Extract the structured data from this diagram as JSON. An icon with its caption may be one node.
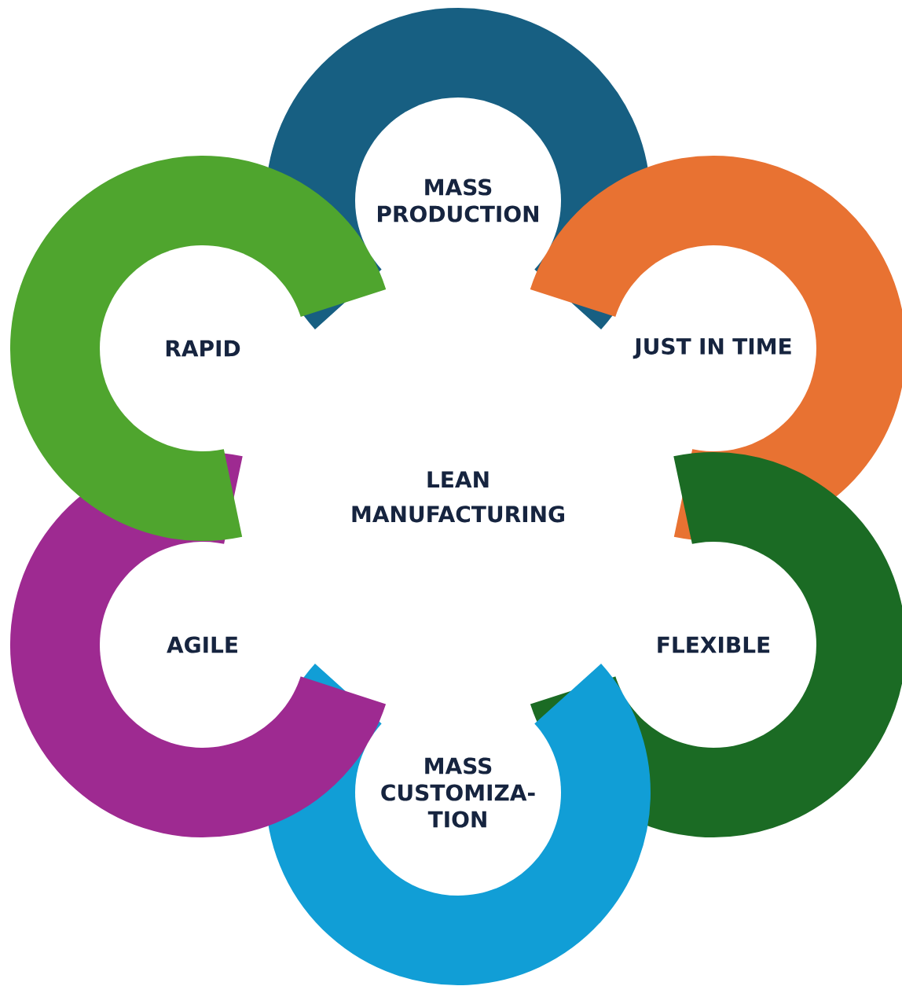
{
  "diagram": {
    "nodes": [
      {
        "text": [
          "MASS PRODUCTION"
        ]
      },
      {
        "text": [
          "JUST IN TIME"
        ]
      },
      {
        "text": [
          "FLEXIBLE"
        ]
      },
      {
        "text": [
          "MASS CUSTOMIZA- TION"
        ]
      },
      {
        "text": [
          "AGILE"
        ]
      },
      {
        "text": [
          "RAPID"
        ]
      }
    ],
    "labels": [
      "LEAN MANUFACTURING"
    ]
  }
}
